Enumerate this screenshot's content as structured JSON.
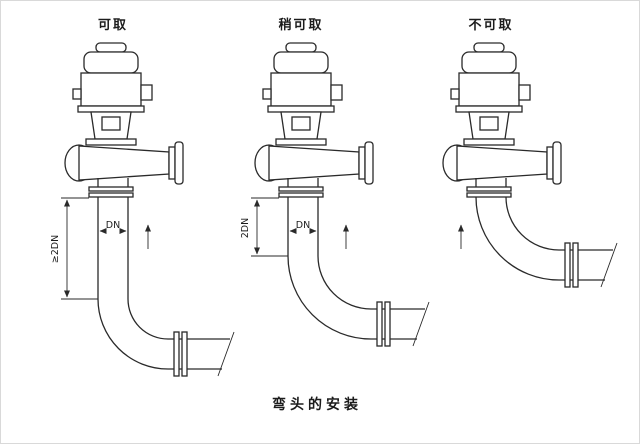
{
  "figure": {
    "caption": "弯头的安装",
    "panels": [
      {
        "title": "可取",
        "vertical_dim": "≥2DN",
        "bore_dim": "DN"
      },
      {
        "title": "稍可取",
        "vertical_dim": "2DN",
        "bore_dim": "DN"
      },
      {
        "title": "不可取"
      }
    ]
  }
}
